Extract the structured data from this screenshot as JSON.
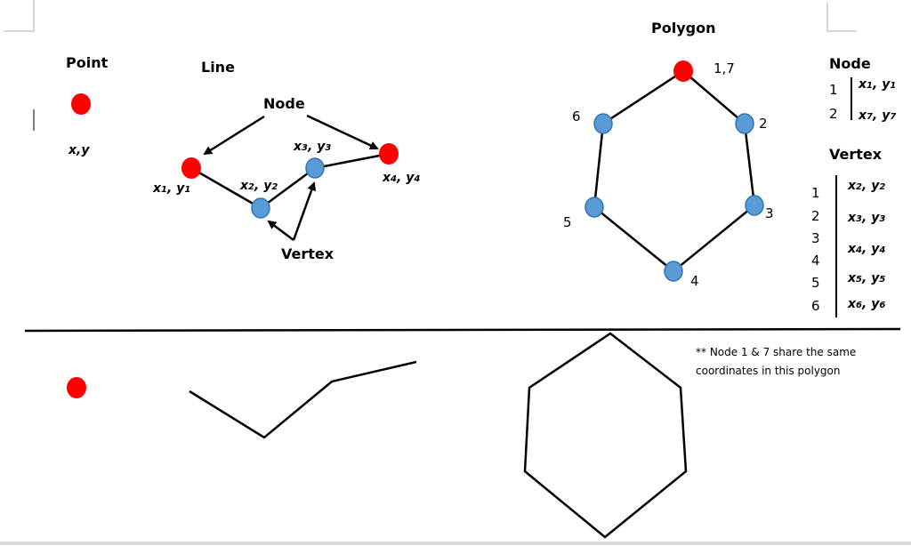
{
  "point": {
    "title": "Point",
    "label": "x,y"
  },
  "line": {
    "title": "Line",
    "node_label": "Node",
    "vertex_label": "Vertex",
    "coords": [
      {
        "x": "x",
        "xs": "1",
        "y": "y",
        "ys": "1"
      },
      {
        "x": "x",
        "xs": "2",
        "y": "y",
        "ys": "2"
      },
      {
        "x": "x",
        "xs": "3",
        "y": "y",
        "ys": "3"
      },
      {
        "x": "x",
        "xs": "4",
        "y": "y",
        "ys": "4"
      }
    ]
  },
  "polygon": {
    "title": "Polygon",
    "vertex_numbers": [
      "1,7",
      "2",
      "3",
      "4",
      "5",
      "6"
    ]
  },
  "node_table": {
    "title": "Node",
    "rows": [
      {
        "n": "1",
        "x": "x",
        "xs": "1",
        "y": "y",
        "ys": "1"
      },
      {
        "n": "2",
        "x": "x",
        "xs": "7",
        "y": "y",
        "ys": "7"
      }
    ]
  },
  "vertex_table": {
    "title": "Vertex",
    "numbers": [
      "1",
      "2",
      "3",
      "4",
      "5",
      "6"
    ],
    "coords": [
      {
        "x": "x",
        "xs": "2",
        "y": "y",
        "ys": "2"
      },
      {
        "x": "x",
        "xs": "3",
        "y": "y",
        "ys": "3"
      },
      {
        "x": "x",
        "xs": "4",
        "y": "y",
        "ys": "4"
      },
      {
        "x": "x",
        "xs": "5",
        "y": "y",
        "ys": "5"
      },
      {
        "x": "x",
        "xs": "6",
        "y": "y",
        "ys": "6"
      }
    ]
  },
  "note": {
    "line1": "** Node 1 & 7 share the same",
    "line2": "coordinates in this polygon"
  },
  "colors": {
    "node": "#ff0000",
    "vertex": "#5b9bd5"
  }
}
